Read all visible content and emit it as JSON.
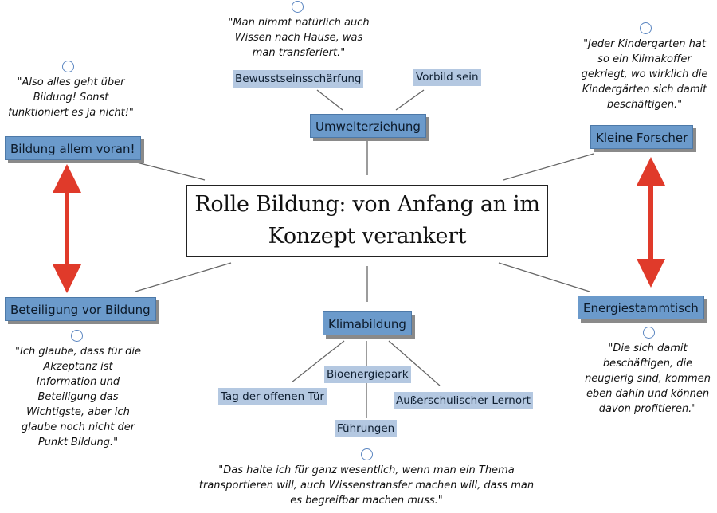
{
  "center": {
    "line1": "Rolle Bildung: von Anfang an im",
    "line2": "Konzept verankert"
  },
  "nodes": {
    "bildung_allem_voran": "Bildung allem voran!",
    "umwelterziehung": "Umwelterziehung",
    "kleine_forscher": "Kleine Forscher",
    "beteiligung_vor_bildung": "Beteiligung vor Bildung",
    "klimabildung": "Klimabildung",
    "energiestammtisch": "Energiestammtisch"
  },
  "leaves": {
    "bewusstseinsschaerfung": "Bewusstseinsschärfung",
    "vorbild_sein": "Vorbild sein",
    "bioenergiepark": "Bioenergiepark",
    "tag_der_offenen_tuer": "Tag der offenen Tür",
    "ausserschulischer_lernort": "Außerschulischer Lernort",
    "fuehrungen": "Führungen"
  },
  "quotes": {
    "top": [
      "\"Man nimmt natürlich auch",
      "Wissen nach Hause, was",
      "man transferiert.\""
    ],
    "left_top": [
      "\"Also alles geht über",
      "Bildung! Sonst",
      "funktioniert es ja nicht!\""
    ],
    "right_top": [
      "\"Jeder Kindergarten hat",
      "so ein Klimakoffer",
      "gekriegt, wo wirklich die",
      "Kindergärten sich damit",
      "beschäftigen.\""
    ],
    "left_bottom": [
      "\"Ich glaube, dass für die",
      "Akzeptanz ist",
      "Information und",
      "Beteiligung das",
      "Wichtigste, aber ich",
      "glaube noch nicht der",
      "Punkt Bildung.\""
    ],
    "right_bottom": [
      "\"Die sich damit",
      "beschäftigen, die",
      "neugierig sind, kommen",
      "eben dahin und können",
      "davon profitieren.\""
    ],
    "bottom": [
      "\"Das halte ich für ganz wesentlich, wenn man ein Thema",
      "transportieren will, auch Wissenstransfer machen will, dass man",
      "es begreifbar machen muss.\""
    ]
  },
  "colors": {
    "node_fill": "#6b9acb",
    "leaf_fill": "#b4c8e1",
    "arrow": "#e03a2a",
    "quote_circle": "#5b86c1",
    "connector": "#666666"
  }
}
